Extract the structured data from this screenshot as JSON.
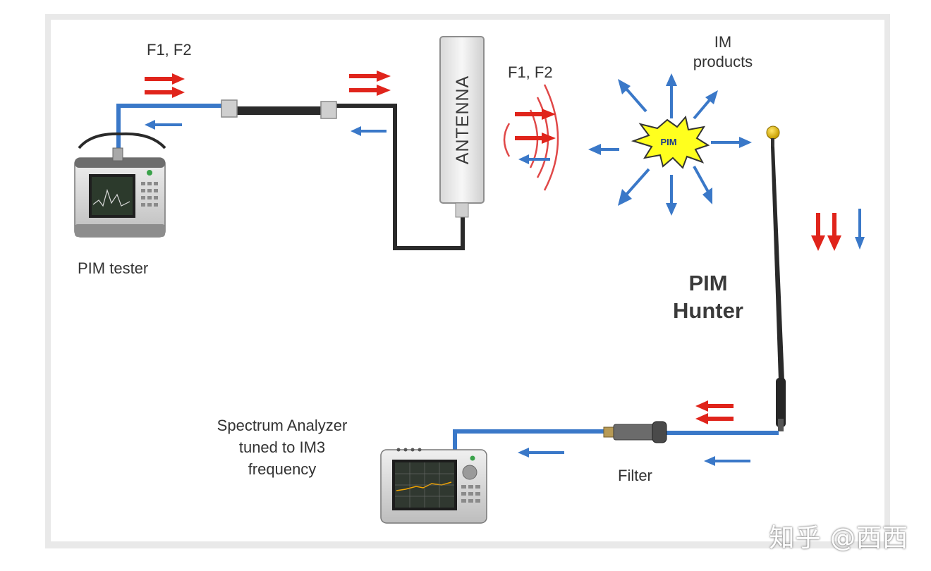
{
  "labels": {
    "f1f2_top": "F1, F2",
    "f1f2_antenna": "F1, F2",
    "im_products_line1": "IM",
    "im_products_line2": "products",
    "pim_tester": "PIM tester",
    "antenna": "ANTENNA",
    "pim_burst": "PIM",
    "pim_hunter_line1": "PIM",
    "pim_hunter_line2": "Hunter",
    "spectrum_line1": "Spectrum Analyzer",
    "spectrum_line2": "tuned to IM3",
    "spectrum_line3": "frequency",
    "filter": "Filter"
  },
  "watermark": "知乎 @西西",
  "colors": {
    "signal_red": "#e0241b",
    "return_blue": "#3a78c8",
    "cable_blue": "#3a78c8",
    "cable_black": "#2a2a2a",
    "wave_red": "#e04848"
  },
  "icons": [
    "pim-tester-device",
    "antenna-panel",
    "pim-burst",
    "hunter-probe",
    "spectrum-analyzer-device",
    "filter-component"
  ]
}
